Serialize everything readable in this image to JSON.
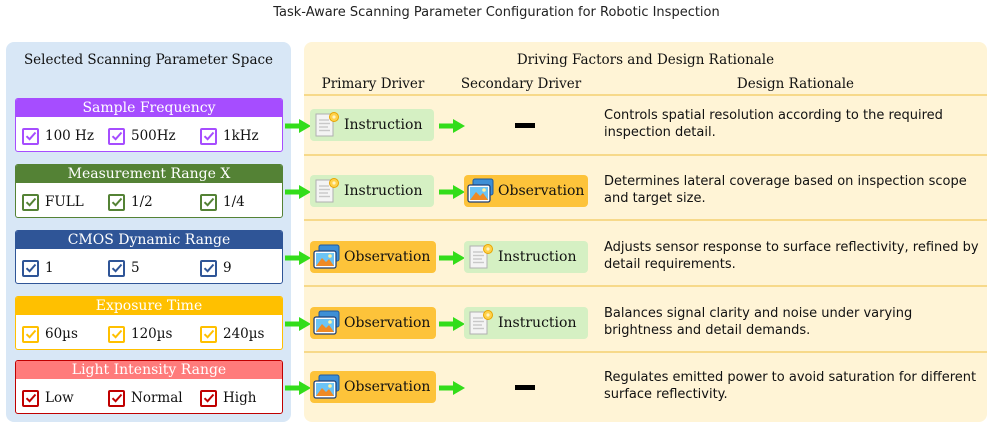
{
  "title": "Task-Aware Scanning Parameter Configuration for Robotic Inspection",
  "left_panel": {
    "title": "Selected Scanning Parameter Space",
    "params": [
      {
        "name": "Sample Frequency",
        "color": "#a64dff",
        "options": [
          "100 Hz",
          "500Hz",
          "1kHz"
        ]
      },
      {
        "name": "Measurement Range X",
        "color": "#548235",
        "options": [
          "FULL",
          "1/2",
          "1/4"
        ]
      },
      {
        "name": "CMOS Dynamic Range",
        "color": "#2f5597",
        "options": [
          "1",
          "5",
          "9"
        ]
      },
      {
        "name": "Exposure Time",
        "color": "#ffc000",
        "options": [
          "60µs",
          "120µs",
          "240µs"
        ]
      },
      {
        "name": "Light Intensity Range",
        "color": "#ff7b7b",
        "border_color": "#c00000",
        "options": [
          "Low",
          "Normal",
          "High"
        ]
      }
    ]
  },
  "right_panel": {
    "title": "Driving Factors and Design Rationale",
    "headers": {
      "primary": "Primary Driver",
      "secondary": "Secondary Driver",
      "rationale": "Design Rationale"
    },
    "rows": [
      {
        "primary": "Instruction",
        "secondary": "",
        "rationale": "Controls spatial resolution according to the required inspection detail."
      },
      {
        "primary": "Instruction",
        "secondary": "Observation",
        "rationale": "Determines lateral coverage based on inspection scope and target size."
      },
      {
        "primary": "Observation",
        "secondary": "Instruction",
        "rationale": "Adjusts sensor response to surface reflectivity, refined by detail requirements."
      },
      {
        "primary": "Observation",
        "secondary": "Instruction",
        "rationale": "Balances signal clarity and noise under varying brightness and detail demands."
      },
      {
        "primary": "Observation",
        "secondary": "",
        "rationale": "Regulates emitted power to avoid saturation for different surface reflectivity."
      }
    ]
  },
  "colors": {
    "left_bg": "#d8e7f6",
    "right_bg": "#fff4d6",
    "instruction_chip": "#d5f0c3",
    "observation_chip": "#fdc33a",
    "arrow": "#33dd1a"
  },
  "icons": {
    "instruction": "document-gear-icon",
    "observation": "photo-icon",
    "none": "dash-icon"
  }
}
